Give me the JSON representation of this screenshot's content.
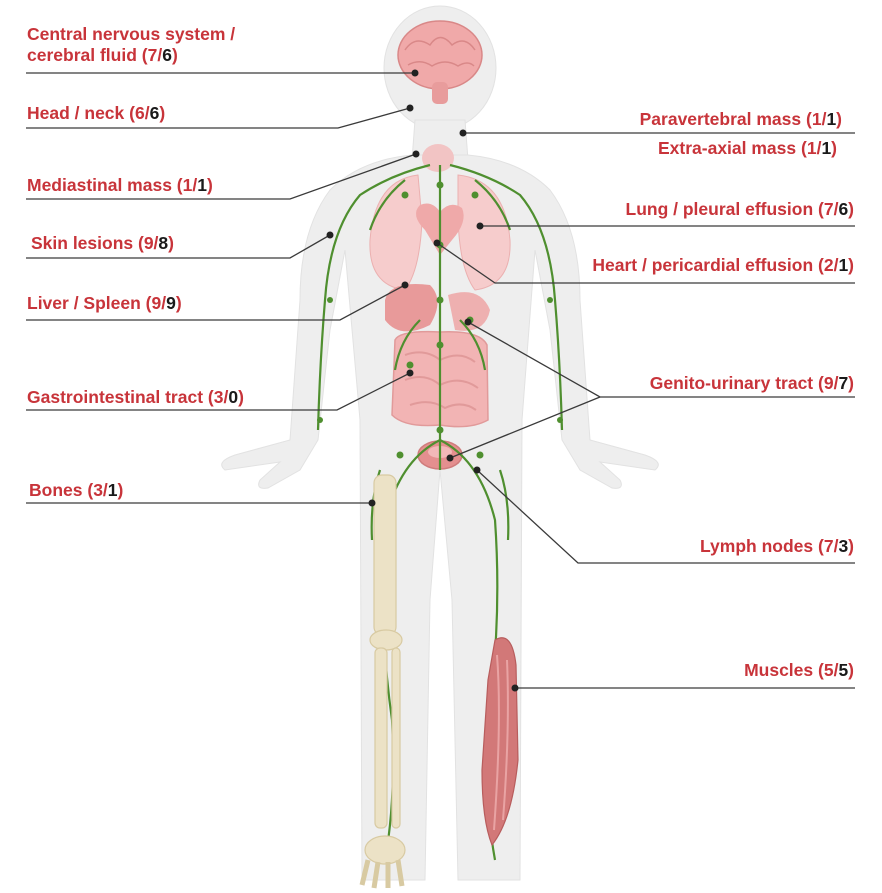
{
  "labels": {
    "cns": {
      "line1": "Central nervous system /",
      "prefix": "cerebral fluid (",
      "n1": "7",
      "sep": "/",
      "n2": "6",
      "suffix": ")"
    },
    "head_neck": {
      "prefix": "Head / neck (",
      "n1": "6",
      "sep": "/",
      "n2": "6",
      "suffix": ")"
    },
    "mediastinal": {
      "prefix": "Mediastinal mass (",
      "n1": "1",
      "sep": "/",
      "n2": "1",
      "suffix": ")"
    },
    "skin": {
      "prefix": "Skin lesions (",
      "n1": "9",
      "sep": "/",
      "n2": "8",
      "suffix": ")"
    },
    "liver_spleen": {
      "prefix": "Liver / Spleen (",
      "n1": "9",
      "sep": "/",
      "n2": "9",
      "suffix": ")"
    },
    "gi": {
      "prefix": "Gastrointestinal  tract (",
      "n1": "3",
      "sep": "/",
      "n2": "0",
      "suffix": ")"
    },
    "bones": {
      "prefix": "Bones (",
      "n1": "3",
      "sep": "/",
      "n2": "1",
      "suffix": ")"
    },
    "paravertebral": {
      "prefix": "Paravertebral  mass (",
      "n1": "1",
      "sep": "/",
      "n2": "1",
      "suffix": ")"
    },
    "extra_axial": {
      "prefix": "Extra-axial mass (",
      "n1": "1",
      "sep": "/",
      "n2": "1",
      "suffix": ")"
    },
    "lung": {
      "prefix": "Lung / pleural effusion (",
      "n1": "7",
      "sep": "/",
      "n2": "6",
      "suffix": ")"
    },
    "heart": {
      "prefix": "Heart / pericardial effusion (",
      "n1": "2",
      "sep": "/",
      "n2": "1",
      "suffix": ")"
    },
    "genito": {
      "prefix": "Genito-urinary tract (",
      "n1": "9",
      "sep": "/",
      "n2": "7",
      "suffix": ")"
    },
    "lymph": {
      "prefix": "Lymph nodes (",
      "n1": "7",
      "sep": "/",
      "n2": "3",
      "suffix": ")"
    },
    "muscles": {
      "prefix": "Muscles (",
      "n1": "5",
      "sep": "/",
      "n2": "5",
      "suffix": ")"
    }
  },
  "colors": {
    "label_red": "#c8343a",
    "count_dark": "#1a1a1a",
    "leader_line": "#3a3a3a",
    "body_silhouette": "#ececec",
    "organ_pink": "#f2b8b8",
    "lymph_green": "#4f8f2f",
    "bone_beige": "#e8dcbc",
    "muscle_red": "#c96a6a"
  },
  "icons": [
    "human-body-figure",
    "brain-icon",
    "lymphatic-system",
    "skeleton-leg",
    "muscle-leg"
  ]
}
